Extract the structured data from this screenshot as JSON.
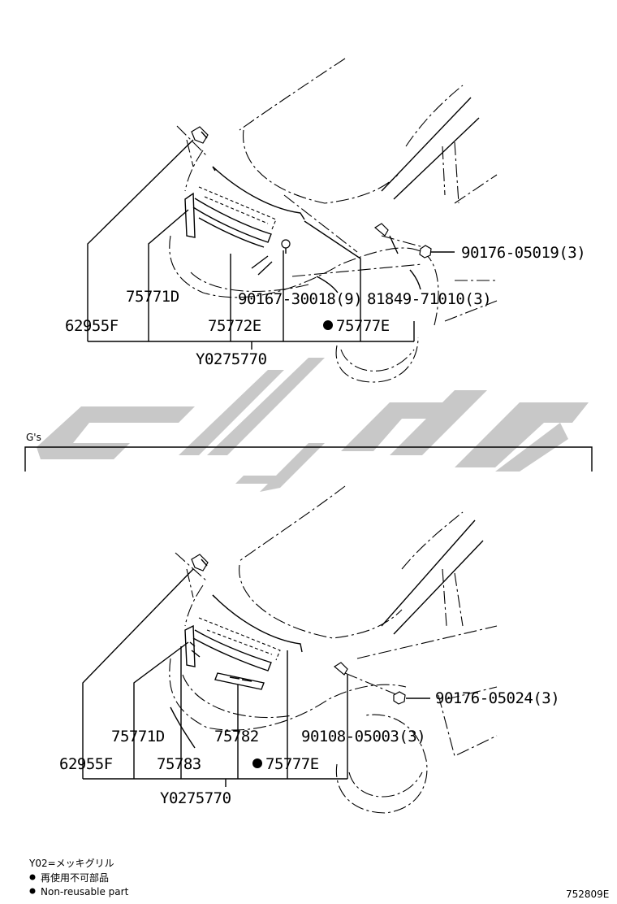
{
  "top": {
    "labels": {
      "p90176_05019": "90176-05019(3)",
      "p75771D": "75771D",
      "p90167_30018": "90167-30018(9)",
      "p81849_71010": "81849-71010(3)",
      "p62955F": "62955F",
      "p75772E": "75772E",
      "p75777E": "75777E",
      "assy": "Y0275770"
    }
  },
  "section": {
    "label": "G's"
  },
  "bottom": {
    "labels": {
      "p90176_05024": "90176-05024(3)",
      "p75771D": "75771D",
      "p75782": "75782",
      "p90108_05003": "90108-05003(3)",
      "p62955F": "62955F",
      "p75783": "75783",
      "p75777E": "75777E",
      "assy": "Y0275770"
    }
  },
  "legend": {
    "y02": "Y02=メッキグリル",
    "nonreusable_jp": "再使用不可部品",
    "nonreusable_en": "Non-reusable part"
  },
  "figure_id": "752809E",
  "watermark_text": "ﯾﺎﻣﯽ ﭘﺎرت",
  "colors": {
    "line": "#000000",
    "watermark": "#c8c8c8"
  }
}
